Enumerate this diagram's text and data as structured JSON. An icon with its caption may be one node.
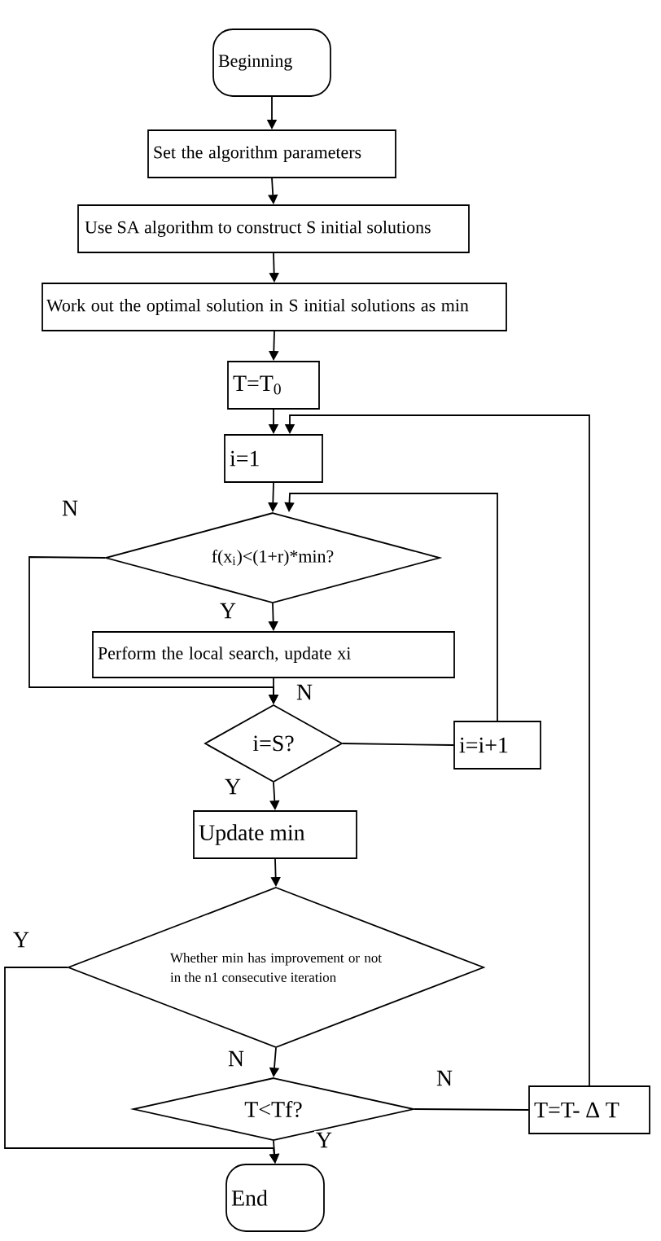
{
  "diagram": {
    "nodes": [
      {
        "text": [
          "Beginning"
        ]
      },
      {
        "text": [
          "Set the algorithm parameters"
        ]
      },
      {
        "text": [
          "Use SA algorithm to construct S initial solutions"
        ]
      },
      {
        "text": [
          "Work out the optimal solution in S initial solutions as min"
        ]
      },
      {
        "text": [
          "T=T$_{0}$"
        ]
      },
      {
        "text": [
          "i=1"
        ]
      },
      {
        "text": [
          "f(x$_{i}$)<(1+r)*min?"
        ]
      },
      {
        "text": [
          "Perform the local search, update xi"
        ]
      },
      {
        "text": [
          "i=S?"
        ]
      },
      {
        "text": [
          "i=i+1"
        ]
      },
      {
        "text": [
          "Update min"
        ]
      },
      {
        "text": [
          "Whether min has improvement or not in the n1 consecutive iteration"
        ]
      },
      {
        "text": [
          "T<Tf?"
        ]
      },
      {
        "text": [
          "T=T- Δ T"
        ]
      },
      {
        "text": [
          "End"
        ]
      }
    ],
    "edges": [
      {
        "from": 0,
        "to": 1,
        "arrow": "to"
      },
      {
        "from": 1,
        "to": 2,
        "arrow": "to"
      },
      {
        "from": 2,
        "to": 3,
        "arrow": "to"
      },
      {
        "from": 3,
        "to": 4,
        "arrow": "to"
      },
      {
        "from": 4,
        "to": 5,
        "arrow": "to"
      },
      {
        "from": 5,
        "to": 6,
        "arrow": "to"
      },
      {
        "from": 6,
        "to": 7,
        "arrow": "to",
        "label": "Y"
      },
      {
        "from": 6,
        "to": 8,
        "arrow": "to",
        "label": "N"
      },
      {
        "from": 7,
        "to": 8,
        "arrow": "to"
      },
      {
        "from": 8,
        "to": 9,
        "arrow": "none",
        "label": "N"
      },
      {
        "from": 9,
        "to": 6,
        "arrow": "to"
      },
      {
        "from": 8,
        "to": 10,
        "arrow": "to",
        "label": "Y"
      },
      {
        "from": 10,
        "to": 11,
        "arrow": "to"
      },
      {
        "from": 11,
        "to": 12,
        "arrow": "to",
        "label": "N"
      },
      {
        "from": 11,
        "to": 14,
        "arrow": "to",
        "label": "Y"
      },
      {
        "from": 12,
        "to": 13,
        "arrow": "none",
        "label": "N"
      },
      {
        "from": 12,
        "to": 14,
        "arrow": "to",
        "label": "Y"
      },
      {
        "from": 13,
        "to": 5,
        "arrow": "to"
      }
    ]
  }
}
